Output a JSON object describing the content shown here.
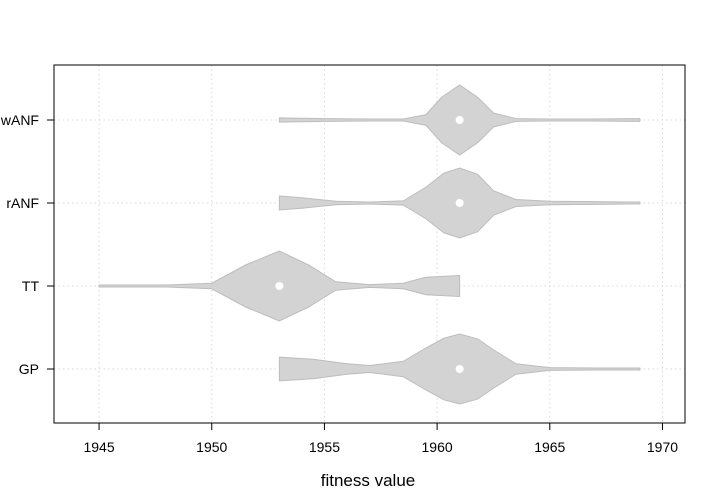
{
  "chart_data": {
    "type": "violin",
    "xlabel": "fitness value",
    "ylabel": "",
    "xlim": [
      1943,
      1971
    ],
    "x_ticks": [
      1945,
      1950,
      1955,
      1960,
      1965,
      1970
    ],
    "x_tick_labels": [
      "1945",
      "1950",
      "1955",
      "1960",
      "1965",
      "1970"
    ],
    "grid": true,
    "colors": {
      "fill": "#d3d3d3",
      "outline": "#bdbdbd",
      "median": "#ffffff",
      "grid": "#d9d9d9"
    },
    "series": [
      {
        "name": "wANF",
        "min": 1953,
        "max": 1969,
        "median": 1961,
        "density": [
          [
            1953,
            0.06
          ],
          [
            1955,
            0.04
          ],
          [
            1957,
            0.02
          ],
          [
            1958.5,
            0.03
          ],
          [
            1959.5,
            0.15
          ],
          [
            1960.2,
            0.65
          ],
          [
            1961,
            1.0
          ],
          [
            1961.8,
            0.65
          ],
          [
            1962.5,
            0.2
          ],
          [
            1963.5,
            0.04
          ],
          [
            1965,
            0.01
          ],
          [
            1967,
            0.02
          ],
          [
            1968.5,
            0.04
          ],
          [
            1969,
            0.04
          ]
        ]
      },
      {
        "name": "rANF",
        "min": 1953,
        "max": 1969,
        "median": 1961,
        "density": [
          [
            1953,
            0.2
          ],
          [
            1954,
            0.15
          ],
          [
            1955.5,
            0.05
          ],
          [
            1957,
            0.02
          ],
          [
            1958.5,
            0.06
          ],
          [
            1959.5,
            0.45
          ],
          [
            1960.3,
            0.85
          ],
          [
            1961,
            1.0
          ],
          [
            1961.8,
            0.82
          ],
          [
            1962.5,
            0.35
          ],
          [
            1963.5,
            0.1
          ],
          [
            1965,
            0.05
          ],
          [
            1967,
            0.04
          ],
          [
            1968.5,
            0.03
          ],
          [
            1969,
            0.03
          ]
        ]
      },
      {
        "name": "TT",
        "min": 1945,
        "max": 1961,
        "median": 1953,
        "density": [
          [
            1945,
            0.01
          ],
          [
            1948,
            0.02
          ],
          [
            1950,
            0.08
          ],
          [
            1951.5,
            0.6
          ],
          [
            1953,
            1.0
          ],
          [
            1954.3,
            0.6
          ],
          [
            1955.5,
            0.12
          ],
          [
            1957,
            0.04
          ],
          [
            1958.5,
            0.08
          ],
          [
            1959.5,
            0.25
          ],
          [
            1961,
            0.3
          ]
        ]
      },
      {
        "name": "GP",
        "min": 1953,
        "max": 1969,
        "median": 1961,
        "density": [
          [
            1953,
            0.34
          ],
          [
            1954.5,
            0.28
          ],
          [
            1956,
            0.15
          ],
          [
            1957,
            0.1
          ],
          [
            1958.5,
            0.22
          ],
          [
            1959.5,
            0.6
          ],
          [
            1960.3,
            0.88
          ],
          [
            1961,
            1.0
          ],
          [
            1961.8,
            0.86
          ],
          [
            1962.5,
            0.55
          ],
          [
            1963.5,
            0.15
          ],
          [
            1965,
            0.04
          ],
          [
            1967,
            0.02
          ],
          [
            1969,
            0.02
          ]
        ]
      }
    ]
  }
}
